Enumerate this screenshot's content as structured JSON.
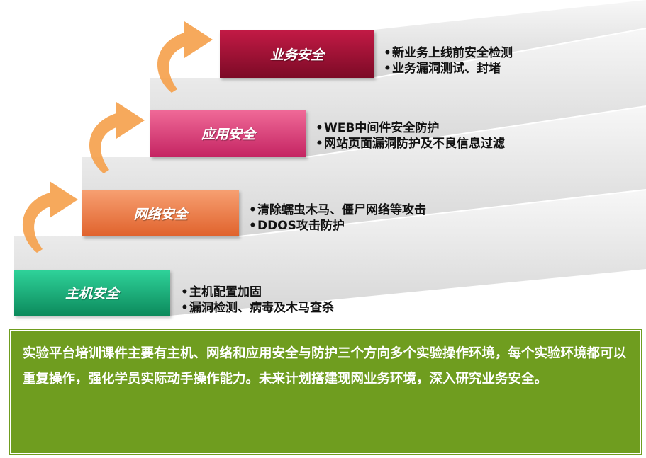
{
  "steps": [
    {
      "title": "主机安全",
      "color_top": "#2fd39a",
      "color_bottom": "#0c8a5c",
      "bullets": [
        "主机配置加固",
        "漏洞检测、病毒及木马查杀"
      ]
    },
    {
      "title": "网络安全",
      "color_top": "#f7a072",
      "color_bottom": "#e0622c",
      "bullets": [
        "清除蠕虫木马、僵尸网络等攻击",
        "DDOS攻击防护"
      ]
    },
    {
      "title": "应用安全",
      "color_top": "#f06a98",
      "color_bottom": "#c42462",
      "bullets": [
        "WEB中间件安全防护",
        "网站页面漏洞防护及不良信息过滤"
      ]
    },
    {
      "title": "业务安全",
      "color_top": "#c21a45",
      "color_bottom": "#7c0a26",
      "bullets": [
        "新业务上线前安全检测",
        "业务漏洞测试、封堵"
      ]
    }
  ],
  "bullet_symbol": "•",
  "summary": "实验平台培训课件主要有主机、网络和应用安全与防护三个方向多个实验操作环境，每个实验环境都可以重复操作，强化学员实际动手操作能力。未来计划搭建现网业务环境，深入研究业务安全。",
  "colors": {
    "summary_bg": "#6f9d1f",
    "arrow": "#f5a04a",
    "stair": "#e9e9e9"
  }
}
